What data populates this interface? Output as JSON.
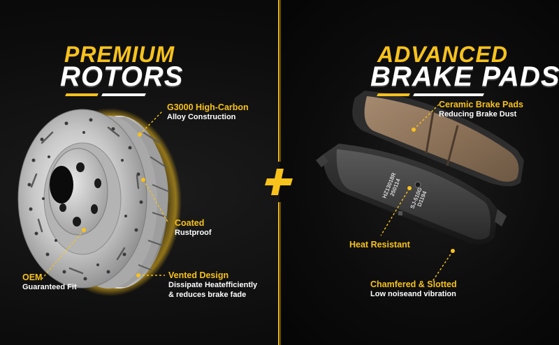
{
  "rotors": {
    "title_line1": "PREMIUM",
    "title_line2": "ROTORS",
    "features": [
      {
        "title": "G3000 High-Carbon",
        "subtitle": "Alloy Construction"
      },
      {
        "title": "Coated",
        "subtitle": "Rustproof"
      },
      {
        "title": "Vented Design",
        "subtitle": "Dissipate Heatefficiently",
        "subtitle2": "& reduces brake fade"
      },
      {
        "title": "OEM",
        "subtitle": "Guaranteed Fit"
      }
    ]
  },
  "pads": {
    "title_line1": "ADVANCED",
    "title_line2": "BRAKE PADS",
    "part_codes": [
      "HZ13018R",
      "250114",
      "SJ-510G",
      "D1194"
    ],
    "features": [
      {
        "title": "Ceramic Brake Pads",
        "subtitle": "Reducing Brake Dust"
      },
      {
        "title": "Heat Resistant"
      },
      {
        "title": "Chamfered & Slotted",
        "subtitle": "Low noiseand vibration"
      }
    ]
  },
  "combo_symbol": "+",
  "colors": {
    "accent": "#f8c21c",
    "text": "#ffffff",
    "background": "#0b0b0b"
  }
}
